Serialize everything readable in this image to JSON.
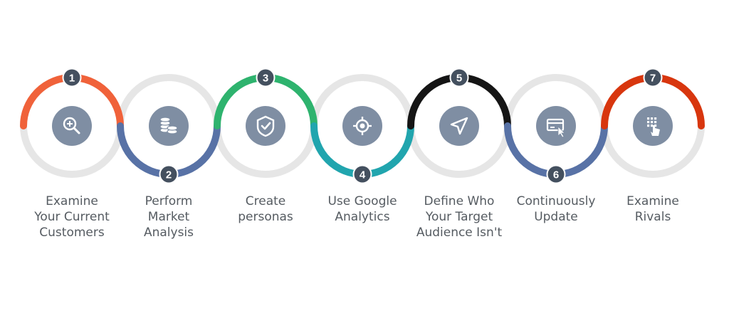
{
  "steps": [
    {
      "number": "1",
      "label": [
        "Examine",
        "Your Current",
        "Customers"
      ],
      "arc": "top",
      "color": "#f0623a",
      "icon": "search-plus-icon"
    },
    {
      "number": "2",
      "label": [
        "Perform",
        "Market",
        "Analysis"
      ],
      "arc": "bottom",
      "color": "#5872a6",
      "icon": "coins-icon"
    },
    {
      "number": "3",
      "label": [
        "Create",
        "personas"
      ],
      "arc": "top",
      "color": "#2eb36e",
      "icon": "shield-check-icon"
    },
    {
      "number": "4",
      "label": [
        "Use Google",
        "Analytics"
      ],
      "arc": "bottom",
      "color": "#21a5ae",
      "icon": "crosshair-icon"
    },
    {
      "number": "5",
      "label": [
        "Define Who",
        "Your Target",
        "Audience Isn't"
      ],
      "arc": "top",
      "color": "#151515",
      "icon": "navigation-arrow-icon"
    },
    {
      "number": "6",
      "label": [
        "Continuously",
        "Update"
      ],
      "arc": "bottom",
      "color": "#5872a6",
      "icon": "card-cursor-icon"
    },
    {
      "number": "7",
      "label": [
        "Examine",
        "Rivals"
      ],
      "arc": "top",
      "color": "#d8360e",
      "icon": "keypad-tap-icon"
    }
  ],
  "colors": {
    "ring_base": "#e6e6e6",
    "icon_circle": "#7f8ea3",
    "badge": "#44505f",
    "label_text": "#555b61"
  }
}
